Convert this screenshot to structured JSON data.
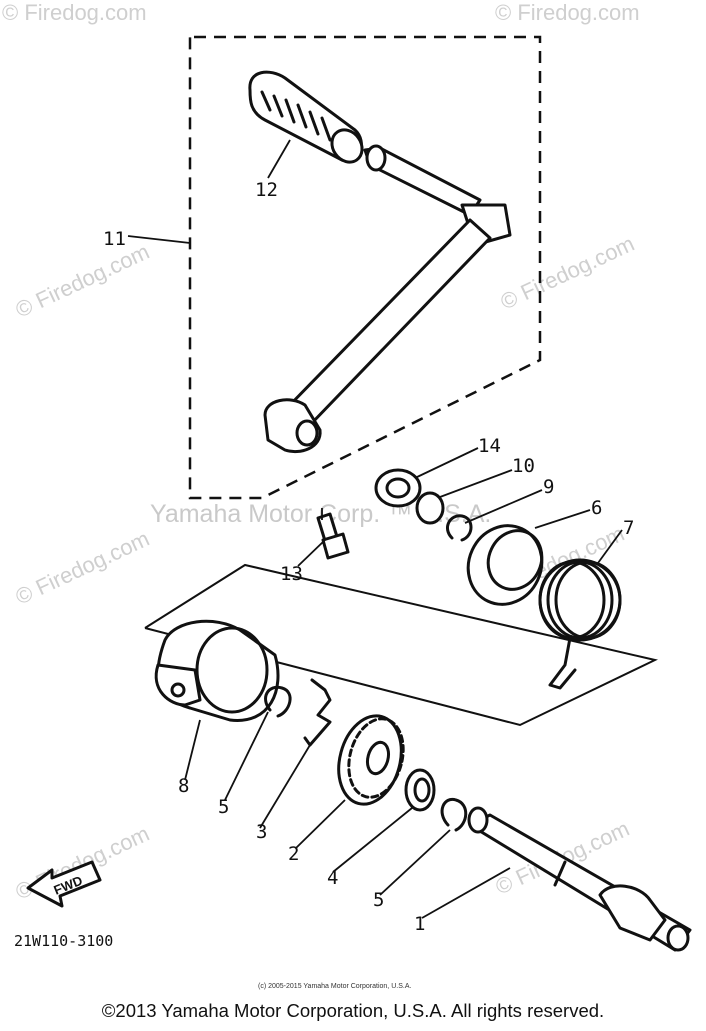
{
  "diagram": {
    "callouts": [
      "11",
      "12",
      "13",
      "14",
      "10",
      "9",
      "6",
      "7",
      "8",
      "5",
      "3",
      "2",
      "4",
      "5",
      "1"
    ],
    "fwd_label": "FWD",
    "part_code": "21W110-3100",
    "watermarks": [
      "© Firedog.com",
      "© Firedog.com",
      "© Firedog.com",
      "© Firedog.com",
      "© Firedog.com",
      "© Firedog.com",
      "© Firedog.com",
      "© Firedog.com"
    ],
    "center_watermark": "Yamaha Motor Corp. ™ U.S.A.",
    "small_copyright": "(c) 2005-2015 Yamaha Motor Corporation, U.S.A."
  },
  "footer": {
    "copyright": "©2013 Yamaha Motor Corporation, U.S.A. All rights reserved."
  }
}
